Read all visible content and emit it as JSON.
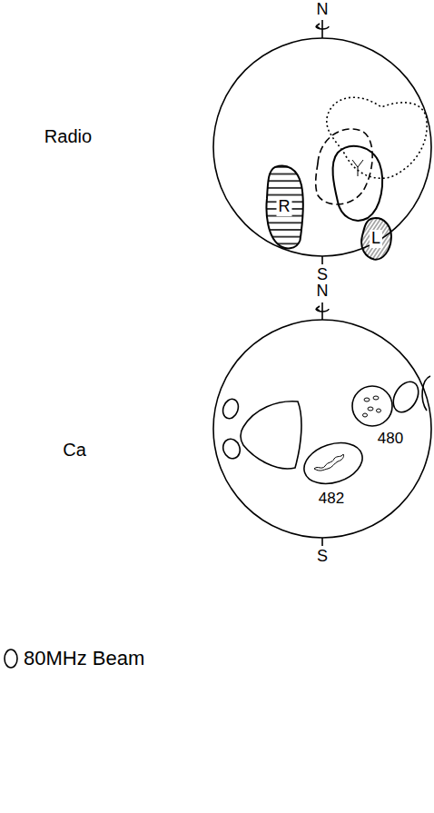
{
  "diagram": {
    "nodes": [
      {
        "text": [
          "R"
        ]
      },
      {
        "text": [
          "L"
        ]
      }
    ],
    "labels": [
      "N",
      "S",
      "Radio",
      "N",
      "S",
      "Ca",
      "480",
      "482"
    ],
    "legend": [
      {
        "text": "80MHz Beam"
      }
    ]
  }
}
